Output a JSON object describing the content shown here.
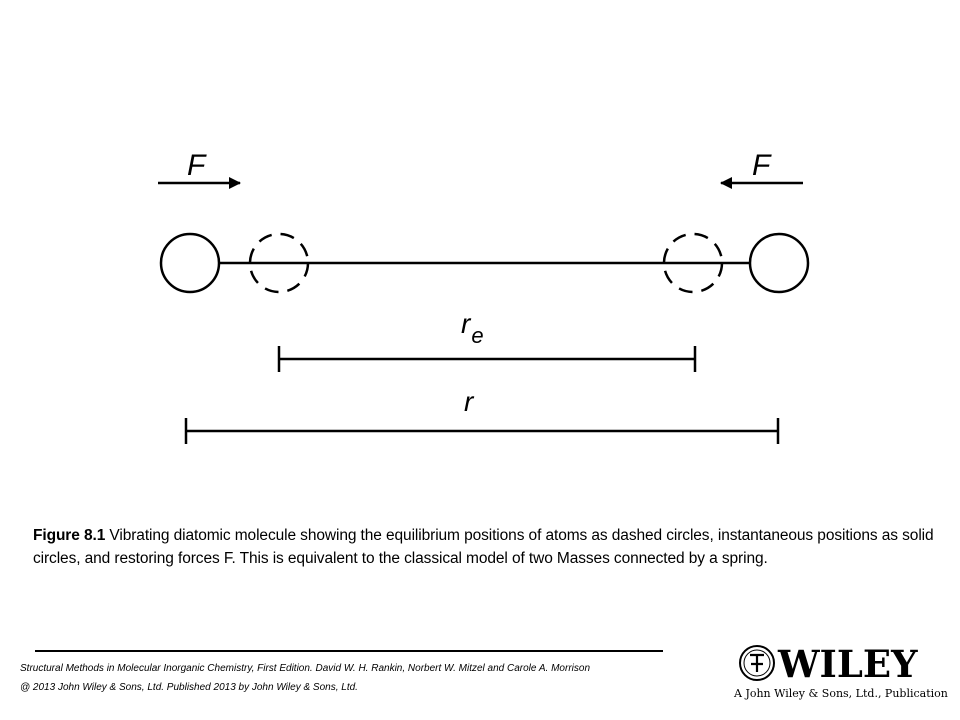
{
  "diagram": {
    "force_label_left": "F",
    "force_label_right": "F",
    "equilibrium_distance_label": {
      "base": "r",
      "subscript": "e"
    },
    "instantaneous_distance_label": "r"
  },
  "caption": {
    "figure_label": "Figure 8.1",
    "text": " Vibrating diatomic molecule showing the equilibrium positions of atoms as dashed circles, instantaneous positions as solid circles, and restoring forces F. This is equivalent to the classical model of two Masses connected by a spring."
  },
  "citation": {
    "line1": "Structural Methods in Molecular Inorganic Chemistry, First Edition. David W. H. Rankin, Norbert W. Mitzel and Carole A. Morrison",
    "line2": "@ 2013 John Wiley & Sons, Ltd. Published 2013 by John Wiley & Sons, Ltd."
  },
  "logo": {
    "wordmark": "WILEY",
    "tagline": "A John Wiley & Sons, Ltd., Publication",
    "seal_icon": "wiley-seal-icon"
  }
}
